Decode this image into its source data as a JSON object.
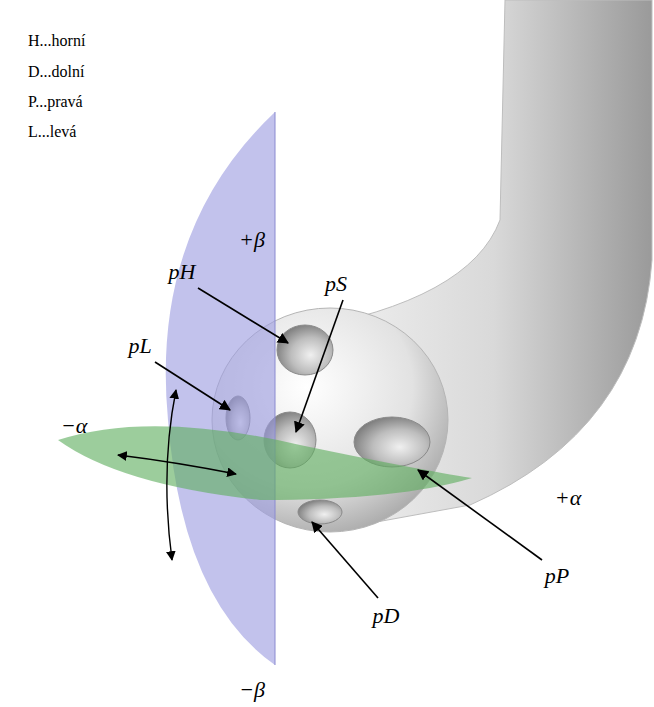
{
  "diagram": {
    "labels": [
      "H...horní",
      "D...dolní",
      "P...pravá",
      "L...levá",
      "+β",
      "pH",
      "pS",
      "pL",
      "−α",
      "+α",
      "pP",
      "pD",
      "−β"
    ]
  }
}
